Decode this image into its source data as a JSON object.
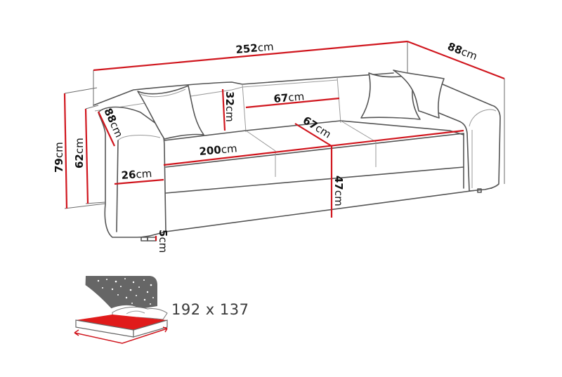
{
  "diagram": {
    "subject": "Three-seat sofa bed with dimensions",
    "unit": "cm",
    "colors": {
      "dimension_line": "#d0161e",
      "outline": "#555555",
      "icon_dark": "#666666",
      "mattress": "#e01b1b"
    },
    "dimensions": {
      "overall_width": {
        "value": "252",
        "unit": "cm"
      },
      "overall_depth": {
        "value": "88",
        "unit": "cm"
      },
      "overall_height": {
        "value": "79",
        "unit": "cm"
      },
      "armrest_height": {
        "value": "62",
        "unit": "cm"
      },
      "armrest_depth": {
        "value": "88",
        "unit": "cm"
      },
      "backrest_height": {
        "value": "32",
        "unit": "cm"
      },
      "backrest_cushion_width": {
        "value": "67",
        "unit": "cm"
      },
      "seat_depth": {
        "value": "67",
        "unit": "cm"
      },
      "seat_width": {
        "value": "200",
        "unit": "cm"
      },
      "armrest_width": {
        "value": "26",
        "unit": "cm"
      },
      "seat_height": {
        "value": "47",
        "unit": "cm"
      },
      "leg_height": {
        "value": "5",
        "unit": "cm"
      }
    },
    "sleeping_area": {
      "icon": "bed-night-icon",
      "label": "192 x 137"
    }
  }
}
